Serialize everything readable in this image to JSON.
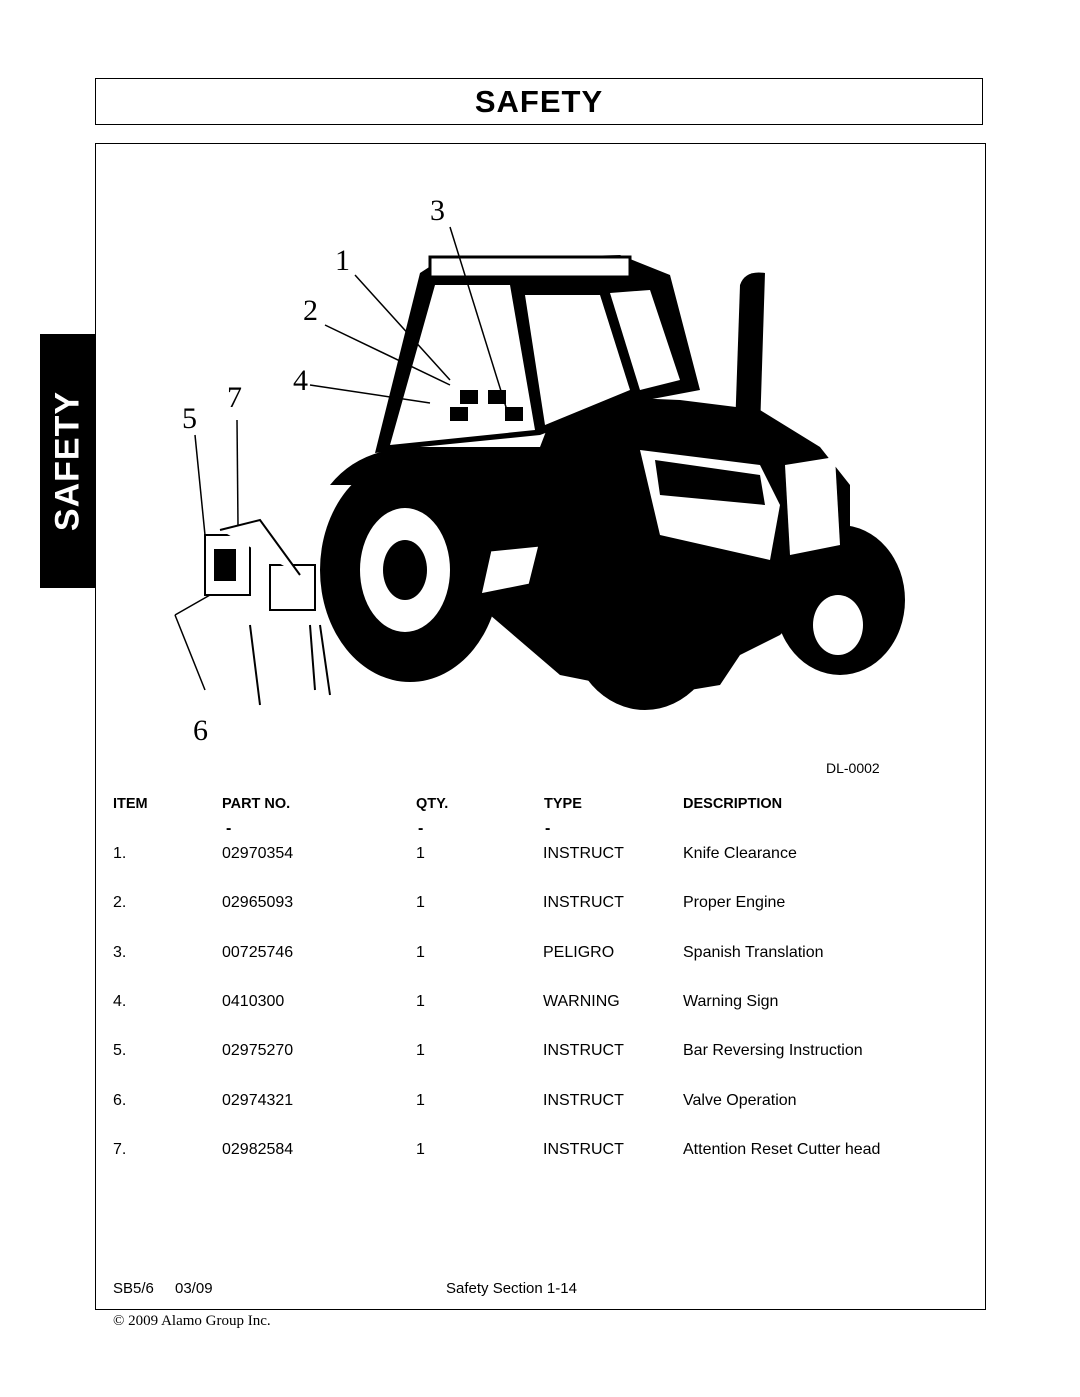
{
  "header": {
    "title": "SAFETY"
  },
  "side_tab": {
    "label": "SAFETY"
  },
  "figure": {
    "callouts": [
      "1",
      "2",
      "3",
      "4",
      "5",
      "6",
      "7"
    ],
    "ref": "DL-0002"
  },
  "table": {
    "headers": [
      "ITEM",
      "PART NO.",
      "QTY.",
      "TYPE",
      "DESCRIPTION"
    ],
    "rows": [
      {
        "item": "1.",
        "part": "02970354",
        "qty": "1",
        "type": "INSTRUCT",
        "desc": "Knife Clearance"
      },
      {
        "item": "2.",
        "part": "02965093",
        "qty": "1",
        "type": "INSTRUCT",
        "desc": "Proper Engine"
      },
      {
        "item": "3.",
        "part": "00725746",
        "qty": "1",
        "type": "PELIGRO",
        "desc": "Spanish Translation"
      },
      {
        "item": "4.",
        "part": "0410300",
        "qty": "1",
        "type": "WARNING",
        "desc": "Warning Sign"
      },
      {
        "item": "5.",
        "part": "02975270",
        "qty": "1",
        "type": "INSTRUCT",
        "desc": "Bar Reversing Instruction"
      },
      {
        "item": "6.",
        "part": "02974321",
        "qty": "1",
        "type": "INSTRUCT",
        "desc": "Valve Operation"
      },
      {
        "item": "7.",
        "part": "02982584",
        "qty": "1",
        "type": "INSTRUCT",
        "desc": "Attention Reset Cutter head"
      }
    ]
  },
  "footer": {
    "model": "SB5/6",
    "date": "03/09",
    "section": "Safety Section 1-14",
    "copyright": "© 2009 Alamo Group Inc."
  }
}
